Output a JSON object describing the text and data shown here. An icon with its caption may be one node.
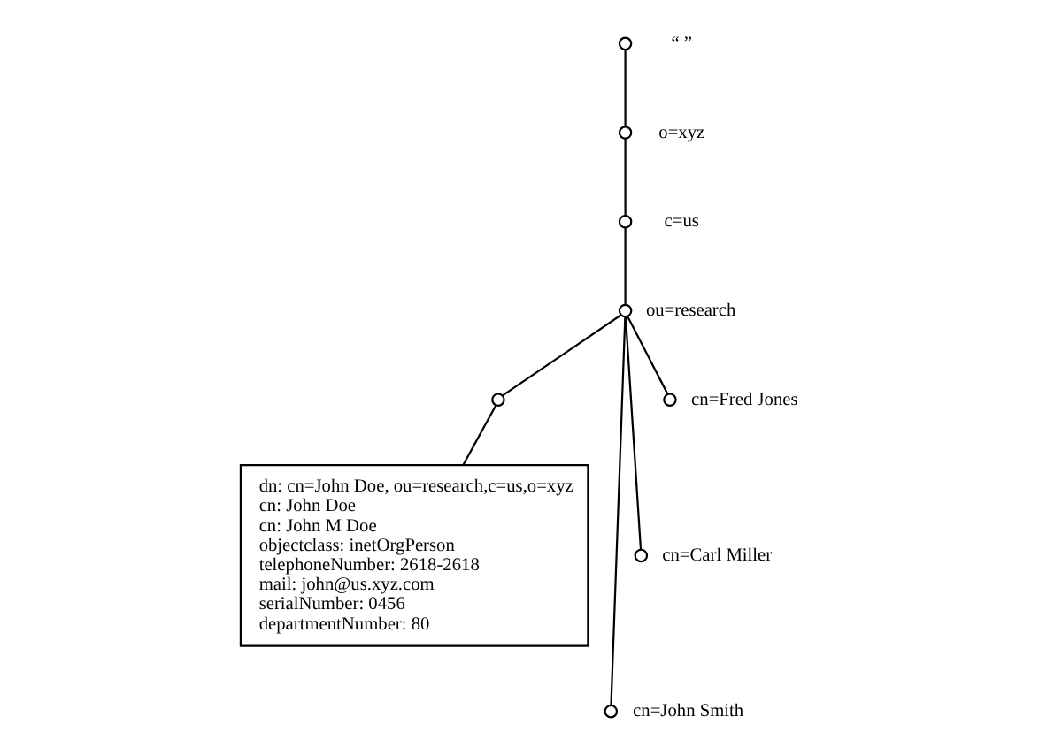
{
  "diagram": {
    "nodes": [
      {
        "text": [],
        "shape": "circle",
        "beside": [
          "“ ”"
        ]
      },
      {
        "text": [],
        "shape": "circle",
        "beside": [
          "o=xyz"
        ]
      },
      {
        "text": [],
        "shape": "circle",
        "beside": [
          "c=us"
        ]
      },
      {
        "text": [],
        "shape": "circle",
        "beside": [
          "ou=research"
        ]
      },
      {
        "text": [],
        "shape": "circle"
      },
      {
        "text": [
          "dn: cn=John Doe, ou=research,c=us,o=xyz",
          "cn: John Doe",
          "cn: John M Doe",
          "objectclass: inetOrgPerson",
          "telephoneNumber: 2618-2618",
          "mail: john@us.xyz.com",
          "serialNumber: 0456",
          "departmentNumber: 80"
        ]
      },
      {
        "text": [],
        "shape": "circle",
        "beside": [
          "cn=Fred Jones"
        ]
      },
      {
        "text": [],
        "shape": "circle",
        "beside": [
          "cn=Carl Miller"
        ]
      },
      {
        "text": [],
        "shape": "circle",
        "beside": [
          "cn=John Smith"
        ]
      }
    ],
    "edges": [
      {
        "from": 0,
        "to": 1,
        "arrow": "none"
      },
      {
        "from": 1,
        "to": 2,
        "arrow": "none"
      },
      {
        "from": 2,
        "to": 3,
        "arrow": "none"
      },
      {
        "from": 3,
        "to": 4,
        "arrow": "none"
      },
      {
        "from": 4,
        "to": 5,
        "arrow": "none"
      },
      {
        "from": 3,
        "to": 6,
        "arrow": "none"
      },
      {
        "from": 3,
        "to": 7,
        "arrow": "none"
      },
      {
        "from": 3,
        "to": 8,
        "arrow": "none"
      }
    ]
  }
}
